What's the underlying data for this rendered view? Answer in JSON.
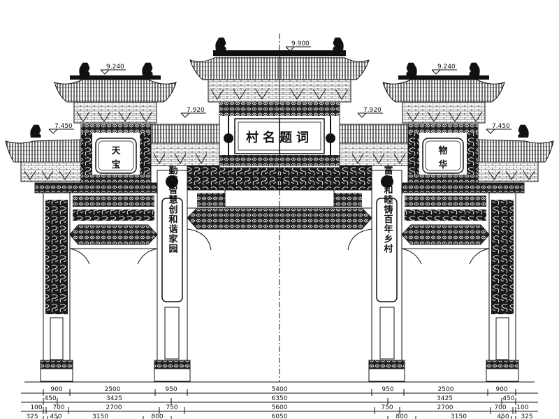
{
  "drawing": {
    "colors": {
      "ink": "#111111",
      "paper": "#ffffff"
    },
    "central_plaque": "村名题词",
    "left_side_plaque": [
      "天",
      "宝"
    ],
    "right_side_plaque": [
      "物",
      "华"
    ],
    "left_couplet": "勤劳智慧创和谐家园",
    "right_couplet": "富强和睦铸百年乡村",
    "elevations": {
      "top": "9.900",
      "upper_left": "9.240",
      "upper_right": "9.240",
      "middle_left": "7.920",
      "middle_right": "7.920",
      "outer_left": "7.450",
      "outer_right": "7.450"
    },
    "dimensions": {
      "row1": [
        "900",
        "2500",
        "950",
        "5400",
        "950",
        "2500",
        "900"
      ],
      "row2": [
        "450",
        "3425",
        "6350",
        "3425",
        "450"
      ],
      "row3": [
        "100",
        "700",
        "2700",
        "750",
        "5600",
        "750",
        "2700",
        "700",
        "100"
      ],
      "row4": [
        "325",
        "450",
        "3150",
        "800",
        "6050",
        "800",
        "3150",
        "450",
        "325"
      ]
    }
  }
}
